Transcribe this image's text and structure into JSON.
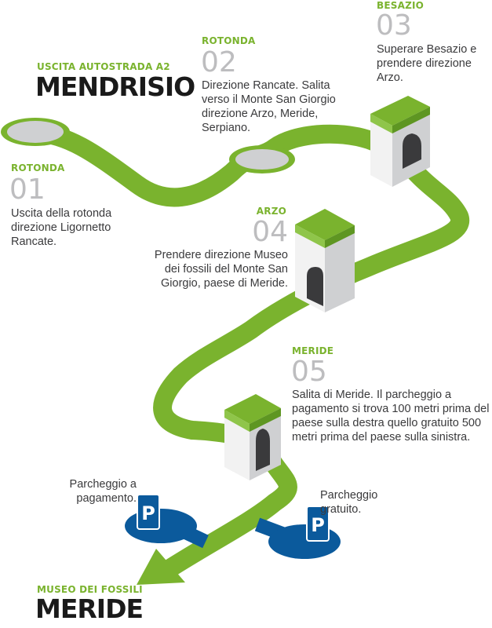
{
  "start": {
    "kicker": "USCITA AUTOSTRADA A2",
    "title": "MENDRISIO"
  },
  "end": {
    "kicker": "MUSEO DEI FOSSILI",
    "title": "MERIDE"
  },
  "steps": [
    {
      "kicker": "ROTONDA",
      "number": "01",
      "text": "Uscita della rotonda direzione Ligornetto Rancate."
    },
    {
      "kicker": "ROTONDA",
      "number": "02",
      "text": "Direzione Rancate. Salita verso il Monte San Giorgio direzione Arzo, Meride, Serpiano."
    },
    {
      "kicker": "BESAZIO",
      "number": "03",
      "text": "Superare Besazio e prendere direzione Arzo."
    },
    {
      "kicker": "ARZO",
      "number": "04",
      "text": "Prendere direzione Museo dei fossili del Monte San Giorgio, paese di Meride."
    },
    {
      "kicker": "MERIDE",
      "number": "05",
      "text": "Salita di Meride. Il parcheggio a pagamento si trova 100 metri prima del paese sulla destra quello gratuito 500 metri prima del paese sulla sinistra."
    }
  ],
  "parking": [
    {
      "symbol": "P",
      "label": "Parcheggio a pagamento."
    },
    {
      "symbol": "P",
      "label": "Parcheggio gratuito."
    }
  ],
  "colors": {
    "road": "#7ab32e",
    "accent": "#7ab32e",
    "number": "#bdbdbf",
    "parking": "#0b5a9c",
    "gate": "#d2d3d5"
  }
}
